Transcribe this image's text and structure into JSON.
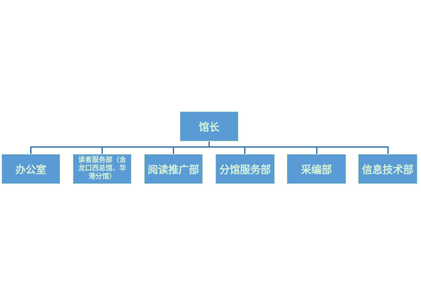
{
  "root": {
    "label": "馆长"
  },
  "children": [
    {
      "label": "办公室"
    },
    {
      "label": "读者服务部（含龙口西总馆、华港分馆）"
    },
    {
      "label": "阅读推广部"
    },
    {
      "label": "分馆服务部"
    },
    {
      "label": "采编部"
    },
    {
      "label": "信息技术部"
    }
  ],
  "colors": {
    "box_fill": "#5b9bd5",
    "box_border": "#c9e6cf",
    "text": "#d4f0d8",
    "connector": "#4a7eb0"
  }
}
